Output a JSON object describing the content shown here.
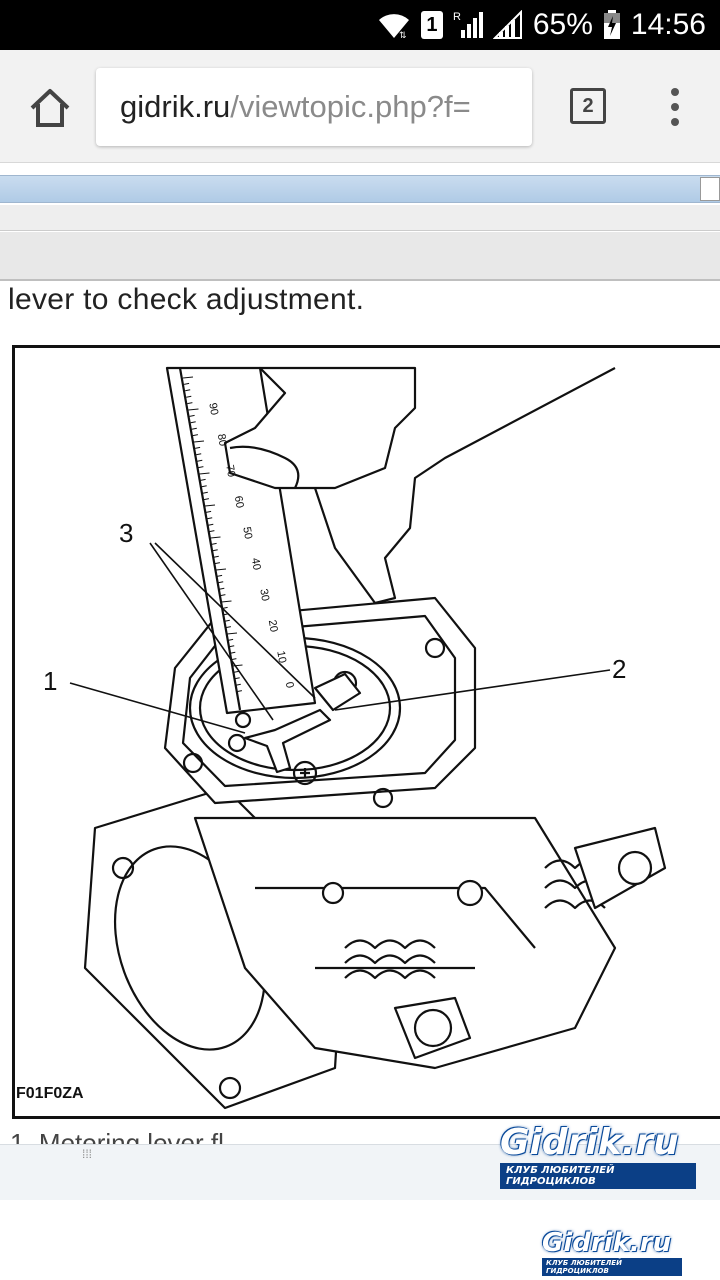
{
  "status_bar": {
    "sim_label": "1",
    "roaming": "R",
    "battery": "65%",
    "time": "14:56"
  },
  "browser": {
    "url_host": "gidrik.ru",
    "url_path": "/viewtopic.php?f=",
    "tab_count": "2",
    "icons": [
      "home-icon",
      "tabs-icon",
      "menu-icon"
    ]
  },
  "post": {
    "caption": "lever to check adjustment.",
    "cut_caption": "1.  Metering lever fl"
  },
  "figure": {
    "callouts": [
      "1",
      "2",
      "3"
    ],
    "code": "F01F0ZA",
    "ruler_ticks": [
      "90",
      "80",
      "70",
      "60",
      "50",
      "40",
      "30",
      "20",
      "10",
      "0"
    ]
  },
  "watermark": {
    "logo_text": "Gidrik.ru",
    "logo_sub": "КЛУБ ЛЮБИТЕЛЕЙ ГИДРОЦИКЛОВ"
  },
  "colors": {
    "status_bg": "#000000",
    "toolbar_bg": "#f2f2f2",
    "forum_blue": "#b8d0e8",
    "logo_blue": "#0b3f86"
  }
}
